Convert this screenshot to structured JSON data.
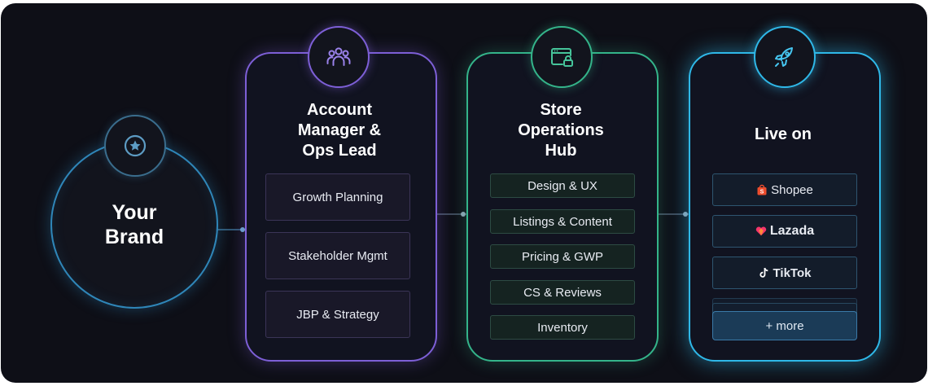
{
  "brand": {
    "title": "Your\nBrand",
    "icon": "star-badge-icon"
  },
  "account_panel": {
    "title": "Account\nManager &\nOps Lead",
    "icon": "team-icon",
    "items": [
      "Growth Planning",
      "Stakeholder Mgmt",
      "JBP & Strategy"
    ]
  },
  "store_panel": {
    "title": "Store\nOperations\nHub",
    "icon": "browser-lock-icon",
    "items": [
      "Design & UX",
      "Listings & Content",
      "Pricing & GWP",
      "CS & Reviews",
      "Inventory"
    ]
  },
  "live_panel": {
    "title": "Live on",
    "icon": "rocket-icon",
    "platforms": [
      "Shopee",
      "Lazada",
      "TikTok"
    ],
    "more_label": "+ more"
  },
  "colors": {
    "background": "#0e0f17",
    "brand_ring": "#2f86b8",
    "account_accent": "#7d5fd6",
    "store_accent": "#34b48a",
    "live_accent": "#2fb8e8",
    "shopee": "#ee4d2d",
    "lazada": "#f5356b"
  }
}
